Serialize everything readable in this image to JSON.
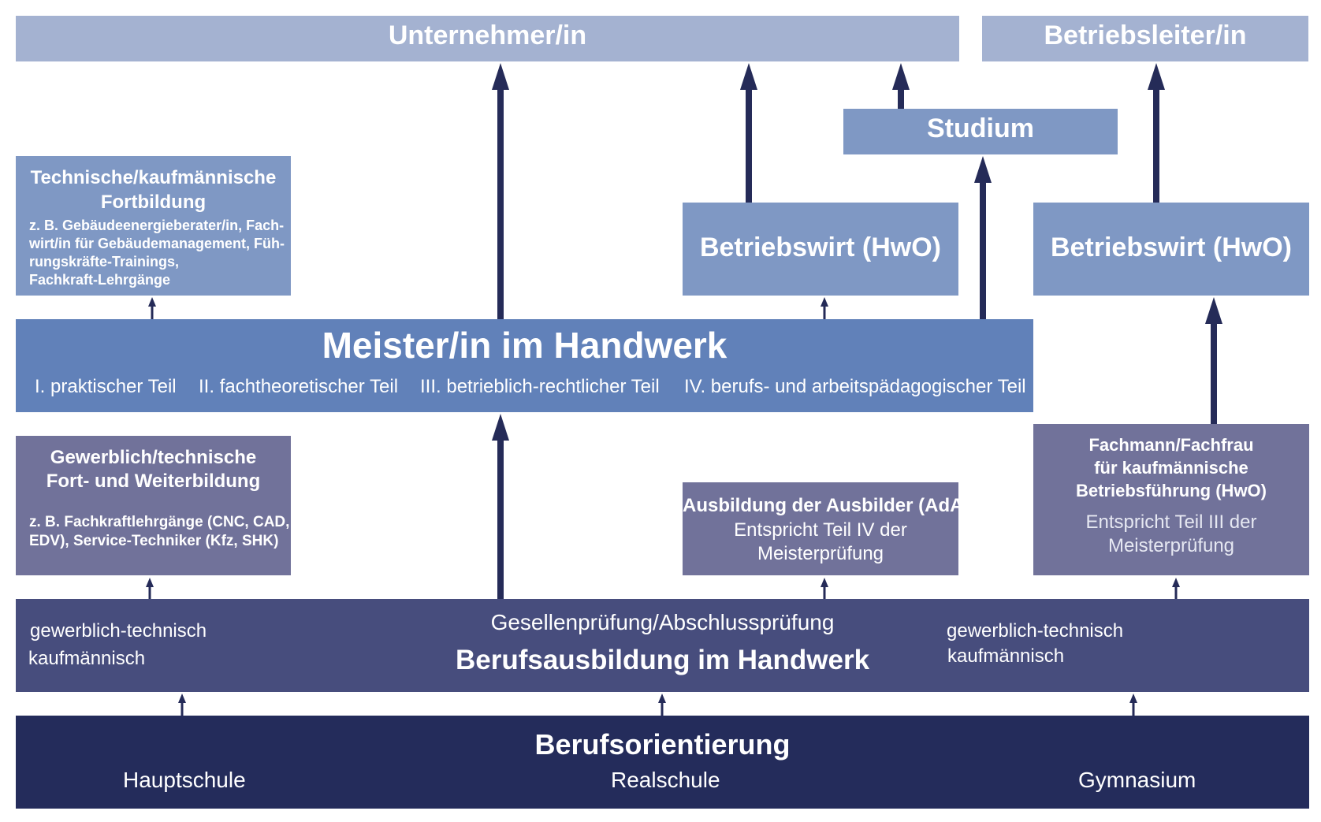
{
  "colors": {
    "top": "#a4b2d1",
    "mid_light": "#7f98c4",
    "meister": "#6181b9",
    "purple": "#71729a",
    "ausbildung": "#474d7d",
    "orientierung": "#242c5b",
    "arrow": "#252b58"
  },
  "unternehmer": {
    "label": "Unternehmer/in"
  },
  "betriebsleiter": {
    "label": "Betriebsleiter/in"
  },
  "studium": {
    "label": "Studium"
  },
  "fortbildung": {
    "title_line1": "Technische/kaufmännische",
    "title_line2": "Fortbildung",
    "detail_lines": [
      "z. B. Gebäudeenergieberater/in, Fach-",
      "wirt/in für Gebäudemanagement, Füh-",
      "rungskräfte-Trainings,",
      "Fachkraft-Lehrgänge"
    ]
  },
  "betriebswirt_left": {
    "label": "Betriebswirt (HwO)"
  },
  "betriebswirt_right": {
    "label": "Betriebswirt (HwO)"
  },
  "meister": {
    "title": "Meister/in im Handwerk",
    "parts": [
      "I. praktischer Teil",
      "II. fachtheoretischer Teil",
      "III. betrieblich-rechtlicher Teil",
      "IV. berufs- und arbeitspädagogischer Teil"
    ]
  },
  "gewerblich": {
    "title_line1": "Gewerblich/technische",
    "title_line2": "Fort- und Weiterbildung",
    "detail_lines": [
      "z. B. Fachkraftlehrgänge (CNC, CAD,",
      "EDV), Service-Techniker (Kfz, SHK)"
    ]
  },
  "ada": {
    "title": "Ausbildung der Ausbilder (AdA)",
    "detail_lines": [
      "Entspricht Teil IV der",
      "Meisterprüfung"
    ]
  },
  "fachmann": {
    "title_lines": [
      "Fachmann/Fachfrau",
      "für kaufmännische",
      "Betriebsführung (HwO)"
    ],
    "detail_lines": [
      "Entspricht Teil III der",
      "Meisterprüfung"
    ]
  },
  "berufsausbildung": {
    "left_lines": [
      "gewerblich-technisch",
      "kaufmännisch"
    ],
    "center_subtitle": "Gesellenprüfung/Abschlussprüfung",
    "title": "Berufsausbildung im Handwerk",
    "right_lines": [
      "gewerblich-technisch",
      "kaufmännisch"
    ]
  },
  "berufsorientierung": {
    "title": "Berufsorientierung",
    "schools": [
      "Hauptschule",
      "Realschule",
      "Gymnasium"
    ]
  }
}
